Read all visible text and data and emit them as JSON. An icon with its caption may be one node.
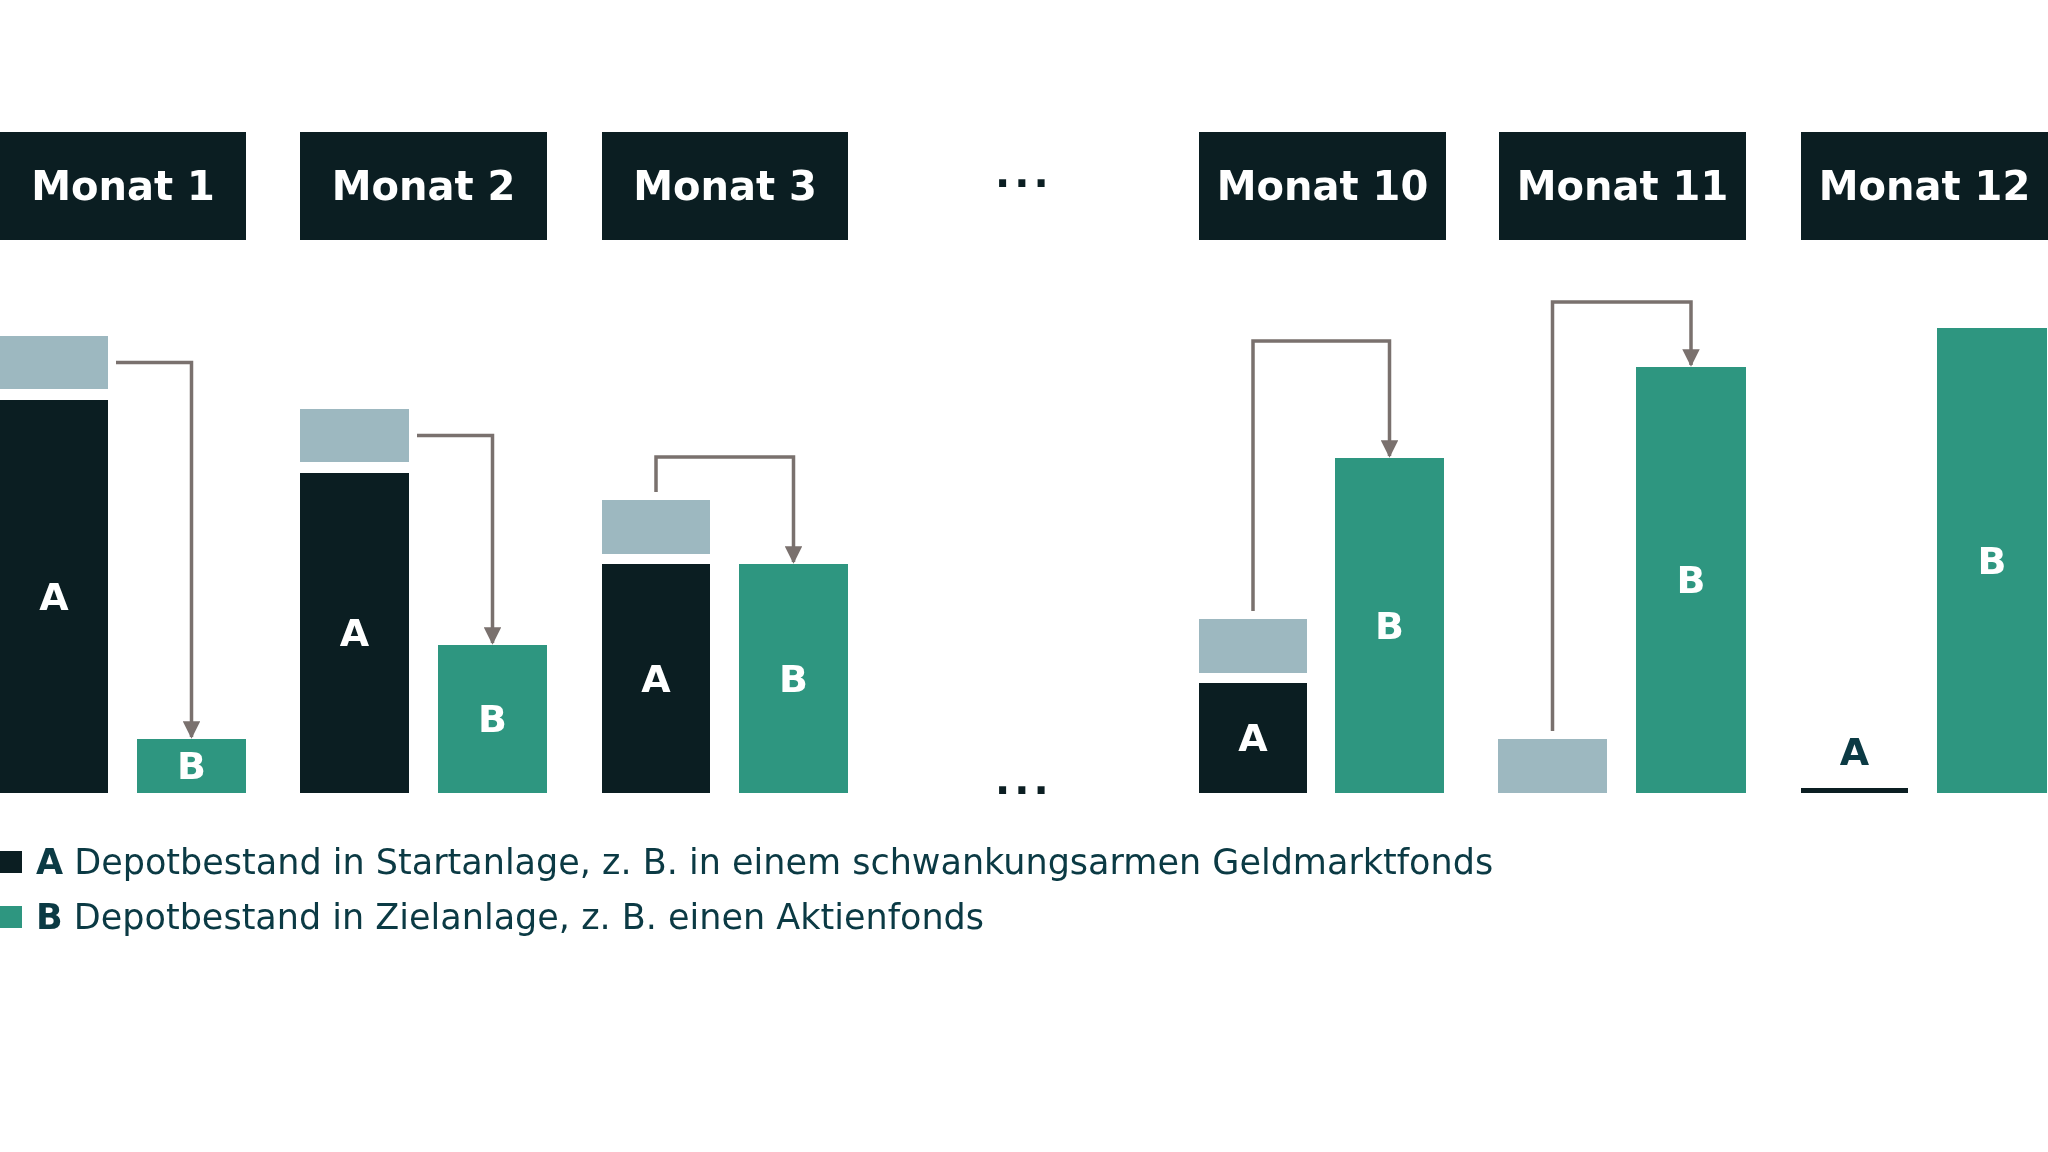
{
  "diagram": {
    "nodes": [
      {
        "text": [
          "Monat 1"
        ]
      },
      {
        "text": [
          "Monat 2"
        ]
      },
      {
        "text": [
          "Monat 3"
        ]
      },
      {
        "text": [
          "Monat 10"
        ]
      },
      {
        "text": [
          "Monat 11"
        ]
      },
      {
        "text": [
          "Monat 12"
        ]
      },
      {
        "text": [],
        "shape": "box"
      },
      {
        "text": [
          "A"
        ]
      },
      {
        "text": [
          "B"
        ]
      },
      {
        "text": [],
        "shape": "box"
      },
      {
        "text": [
          "A"
        ]
      },
      {
        "text": [
          "B"
        ]
      },
      {
        "text": [],
        "shape": "box"
      },
      {
        "text": [
          "A"
        ]
      },
      {
        "text": [
          "B"
        ]
      },
      {
        "text": [],
        "shape": "box"
      },
      {
        "text": [
          "A"
        ]
      },
      {
        "text": [
          "B"
        ]
      },
      {
        "text": [],
        "shape": "box"
      },
      {
        "text": [
          "B"
        ]
      },
      {
        "text": [
          "A"
        ]
      },
      {
        "text": [
          "B"
        ]
      }
    ],
    "edges": [
      {
        "from": 6,
        "to": 8,
        "arrow": "to"
      },
      {
        "from": 9,
        "to": 11,
        "arrow": "to"
      },
      {
        "from": 12,
        "to": 14,
        "arrow": "to"
      },
      {
        "from": 15,
        "to": 17,
        "arrow": "to"
      },
      {
        "from": 18,
        "to": 19,
        "arrow": "to"
      }
    ],
    "labels": [
      "...",
      "..."
    ],
    "legend": [
      {
        "text": "**A** Depotbestand in Startanlage, z. B. in einem schwankungsarmen Geldmarktfonds",
        "color": "#0b1e22"
      },
      {
        "text": "**B** Depotbestand in Zielanlage, z. B. einen Aktienfonds",
        "color": "#2e9680"
      }
    ]
  }
}
